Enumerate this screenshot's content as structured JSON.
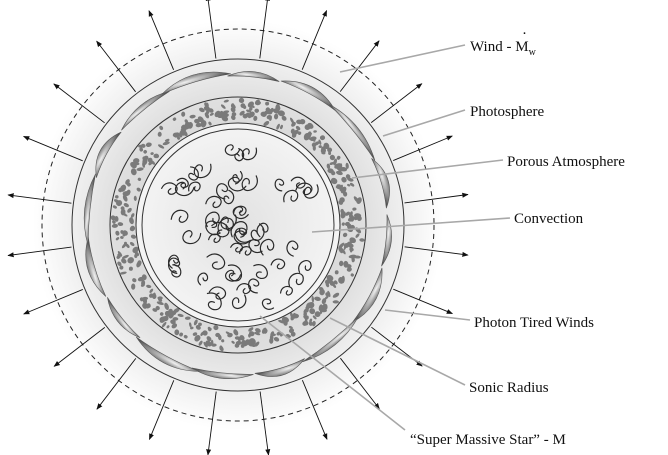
{
  "labels": {
    "wind_prefix": "Wind - ",
    "wind_symbol": "M",
    "wind_subscript": "w",
    "wind_dot": "·",
    "photosphere": "Photosphere",
    "porous_atmosphere": "Porous Atmosphere",
    "convection": "Convection",
    "photon_tired_winds": "Photon Tired Winds",
    "sonic_radius": "Sonic Radius",
    "super_massive_star": "“Super Massive Star” - M"
  },
  "colors": {
    "halo": "#dcdcdc",
    "interior": "#ececec",
    "porous_cells": "#7a7a7a",
    "blobs_dark": "#6d6d6d",
    "leader_lines": "#a8a8a8",
    "ink": "#111111"
  }
}
